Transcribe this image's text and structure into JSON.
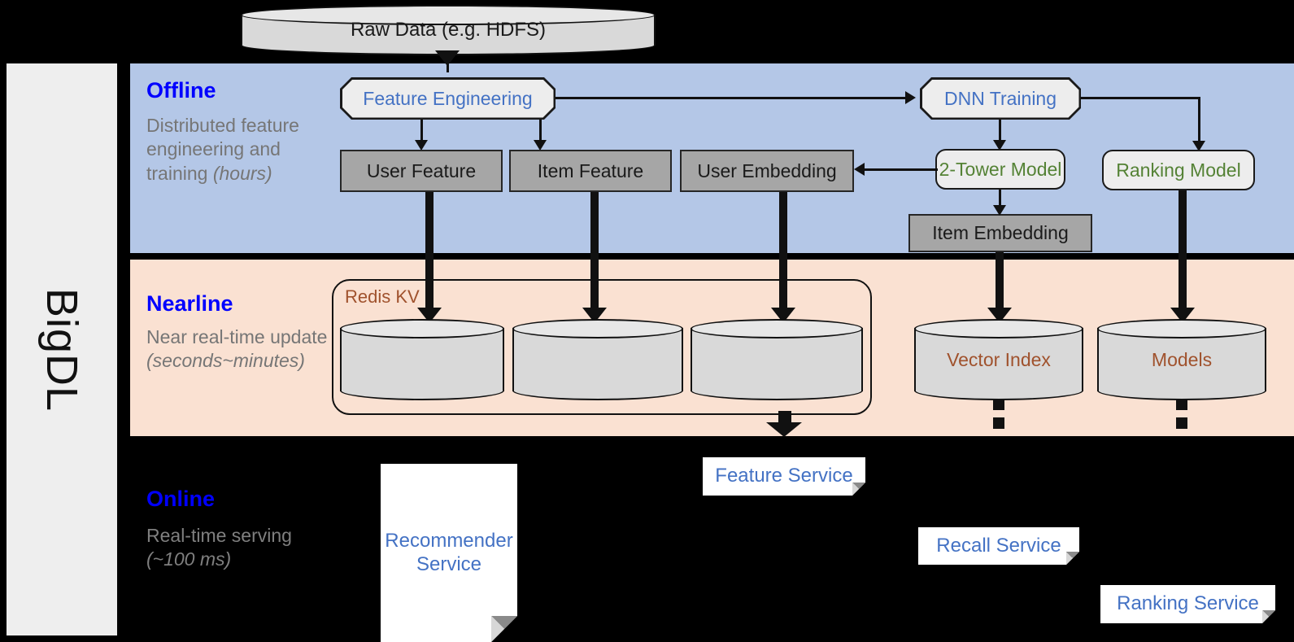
{
  "framework": {
    "name": "BigDL"
  },
  "source": {
    "label": "Raw Data (e.g. HDFS)"
  },
  "bands": {
    "offline": {
      "title": "Offline",
      "subtitle_plain": "Distributed feature engineering and training ",
      "subtitle_italic": "(hours)",
      "color": "#b4c7e7"
    },
    "nearline": {
      "title": "Nearline",
      "subtitle_plain": "Near real-time update ",
      "subtitle_italic": "(seconds~minutes)",
      "color": "#fae1d2"
    },
    "online": {
      "title": "Online",
      "subtitle_plain": "Real-time serving ",
      "subtitle_italic": "(~100 ms)",
      "color": "#000000"
    }
  },
  "offline": {
    "feature_engineering": "Feature Engineering",
    "dnn_training": "DNN Training",
    "user_feature": "User Feature",
    "item_feature": "Item Feature",
    "user_embedding": "User Embedding",
    "two_tower_model": "2-Tower Model",
    "ranking_model": "Ranking Model",
    "item_embedding": "Item Embedding"
  },
  "nearline": {
    "redis_kv": "Redis KV",
    "store_user_feature": "",
    "store_item_feature": "",
    "store_user_embedding": "",
    "vector_index": "Vector Index",
    "models": "Models"
  },
  "online": {
    "recommender_service": "Recommender Service",
    "feature_service": "Feature Service",
    "recall_service": "Recall Service",
    "ranking_service": "Ranking Service"
  },
  "colors": {
    "title_blue": "#0000ff",
    "node_blue": "#4472c4",
    "node_green": "#548235",
    "node_brown": "#a0522d",
    "gray_fill": "#a6a6a6",
    "light_fill": "#ededed",
    "cylinder_fill": "#d9d9d9"
  }
}
